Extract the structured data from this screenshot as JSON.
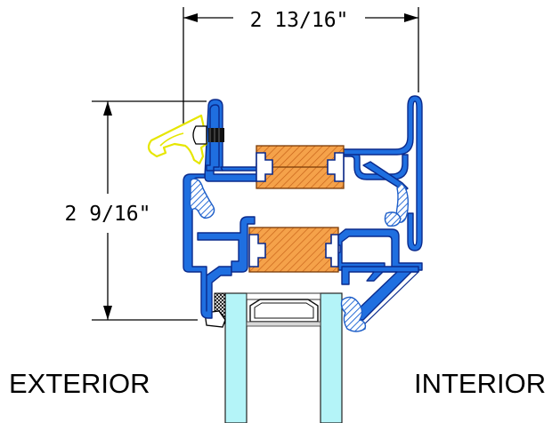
{
  "dimensions": {
    "width_label": "2 13/16\"",
    "height_label": "2 9/16\""
  },
  "labels": {
    "exterior": "EXTERIOR",
    "interior": "INTERIOR"
  },
  "colors": {
    "frame_blue": "#1f6fe0",
    "frame_outline": "#0a2a8c",
    "thermal_break": "#f29a3e",
    "glass": "#b4f4f8",
    "gasket_yellow": "#ffff66",
    "seal_blue": "#4a8fe8",
    "spacer_gray": "#bdbdbd",
    "dimension_line": "#000000"
  }
}
